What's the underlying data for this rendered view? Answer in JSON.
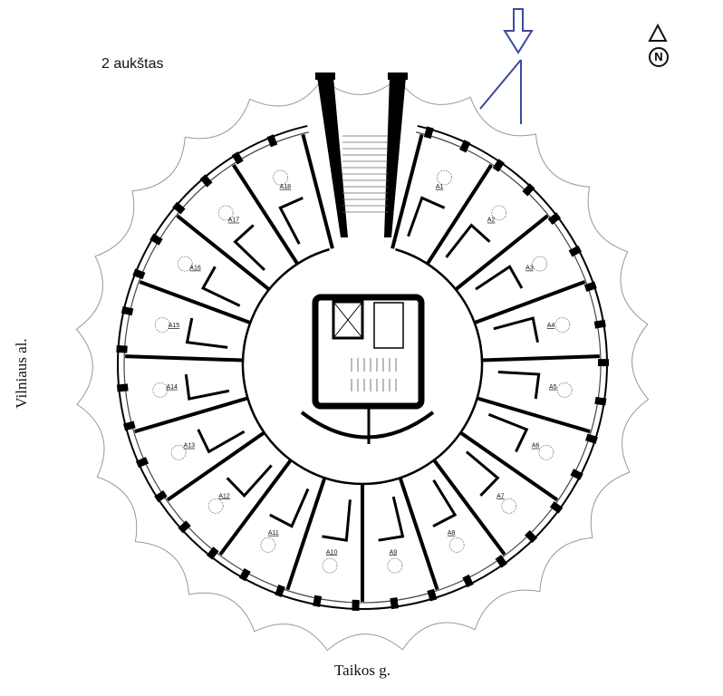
{
  "floor_label": "2 aukštas",
  "streets": {
    "west": "Vilniaus al.",
    "south": "Taikos g."
  },
  "compass": {
    "letter": "N"
  },
  "entrance_arrow_color": "#3a4aa0",
  "units": [
    "A1",
    "A2",
    "A3",
    "A4",
    "A5",
    "A6",
    "A7",
    "A8",
    "A9",
    "A10",
    "A11",
    "A12",
    "A13",
    "A14",
    "A15",
    "A16",
    "A17",
    "A18"
  ]
}
